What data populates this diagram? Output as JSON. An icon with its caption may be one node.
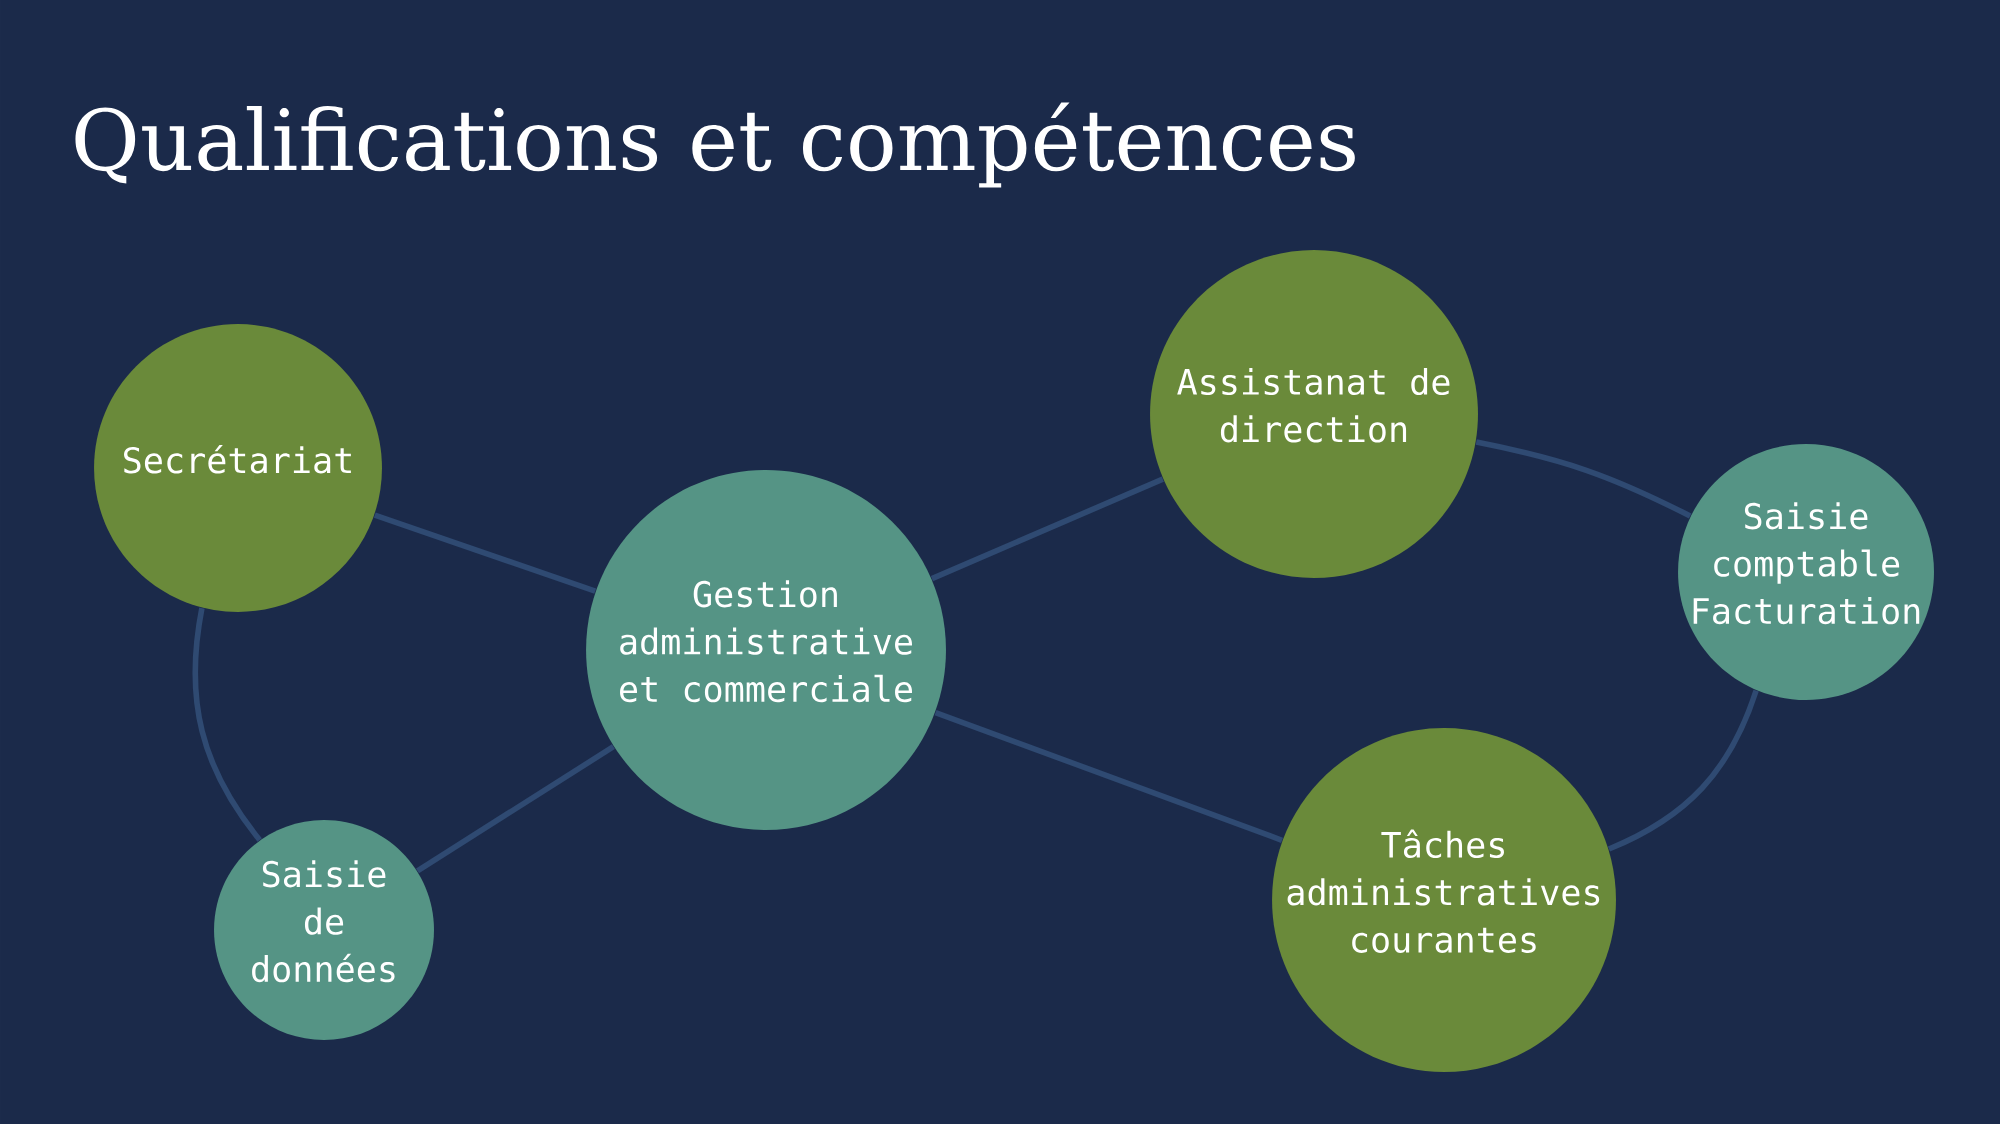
{
  "diagram": {
    "title": "Qualifications et compétences",
    "nodes": [
      {
        "text": [
          "Secrétariat"
        ]
      },
      {
        "text": [
          "Gestion administrative et commerciale"
        ]
      },
      {
        "text": [
          "Assistanat de direction"
        ]
      },
      {
        "text": [
          "Saisie comptable Facturation"
        ]
      },
      {
        "text": [
          "Tâches administratives courantes"
        ]
      },
      {
        "text": [
          "Saisie de données"
        ]
      }
    ],
    "edges": [
      {
        "from": 0,
        "to": 1,
        "arrow": "none"
      },
      {
        "from": 0,
        "to": 5,
        "arrow": "none"
      },
      {
        "from": 5,
        "to": 1,
        "arrow": "none"
      },
      {
        "from": 1,
        "to": 2,
        "arrow": "none"
      },
      {
        "from": 2,
        "to": 3,
        "arrow": "none"
      },
      {
        "from": 1,
        "to": 4,
        "arrow": "none"
      },
      {
        "from": 4,
        "to": 3,
        "arrow": "none"
      }
    ]
  }
}
